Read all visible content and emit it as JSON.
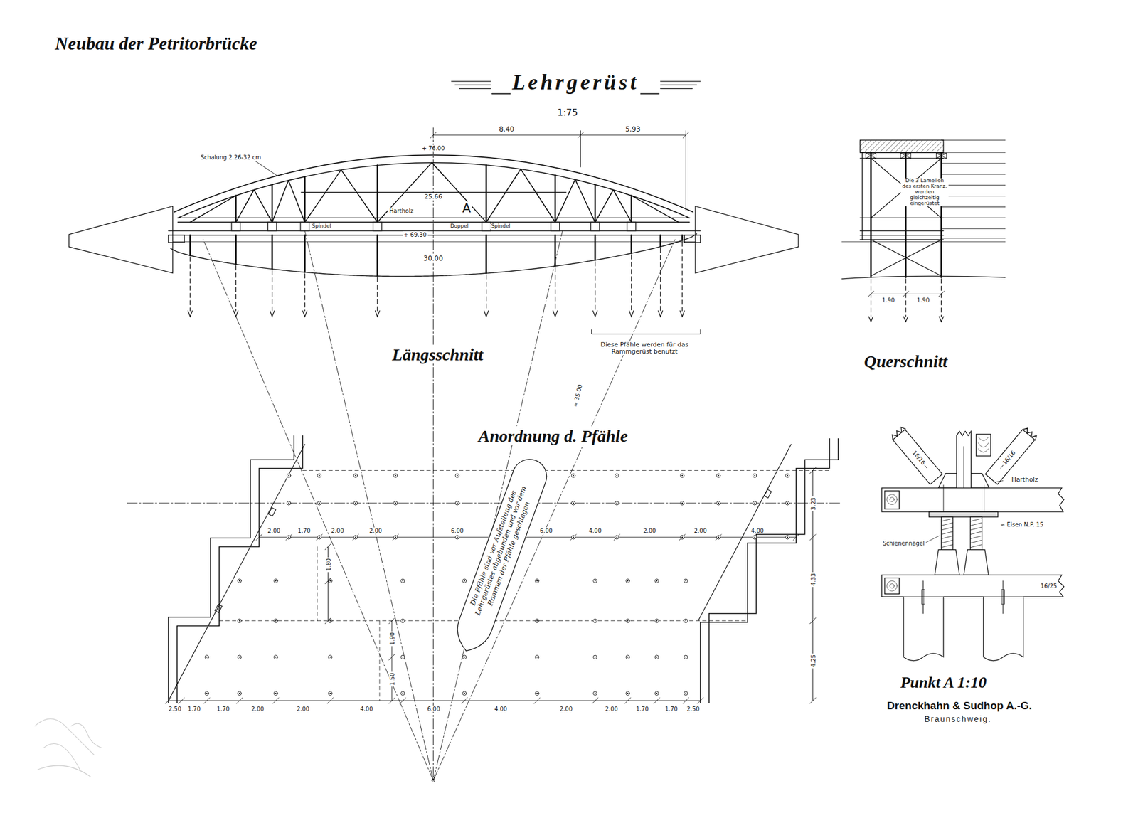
{
  "diagram": {
    "title": "Lehrgerüst",
    "nodes": [
      {
        "text": [
          "Die Pfähle sind vor Aufstellung des Lehrgerüstes abgebunden und vor dem Rammen der Pfähle geschlagen"
        ]
      }
    ],
    "labels": [
      "Neubau der Petritorbrücke",
      "1:75",
      "8.40",
      "5.93",
      "+ 76.00",
      "Schalung 2.26-32 cm",
      "25.66",
      "Hartholz",
      "A",
      "Spindel",
      "Doppel",
      "Spindel",
      "+ 69.30",
      "30.00",
      "Längsschnitt",
      "Diese Pfähle werden für das Rammgerüst benutzt",
      "Die 3 Lamellen des ersten Kranz. werden gleichzeitig eingerüstet",
      "1.90",
      "1.90",
      "Querschnitt",
      "Anordnung d. Pfähle",
      "≈ 35.00",
      "2.00",
      "1.70",
      "2.00",
      "2.00",
      "6.00",
      "6.00",
      "4.00",
      "2.00",
      "2.00",
      "4.00",
      "2.50",
      "1.70",
      "1.70",
      "2.00",
      "2.00",
      "4.00",
      "6.00",
      "4.00",
      "2.00",
      "2.00",
      "1.70",
      "1.70",
      "2.50",
      "1.80",
      "1.90",
      "1.50",
      "3.23",
      "4.33",
      "4.25",
      "16/16",
      "16/16",
      "Hartholz",
      "Schienennägel",
      "≈ Eisen N.P. 15",
      "16/25",
      "Punkt A 1:10",
      "Drenckhahn & Sudhop A.-G.",
      "Braunschweig."
    ]
  }
}
